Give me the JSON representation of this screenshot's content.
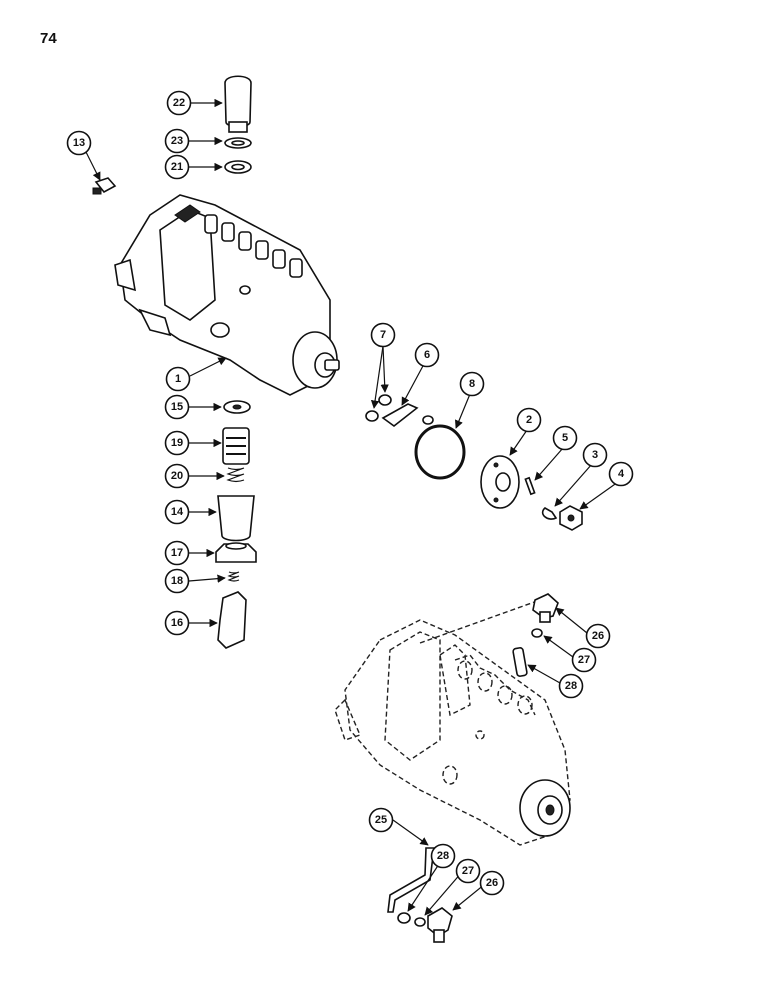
{
  "page_number": "74",
  "callouts": [
    "1",
    "2",
    "3",
    "4",
    "5",
    "6",
    "7",
    "8",
    "13",
    "14",
    "15",
    "16",
    "17",
    "18",
    "19",
    "20",
    "21",
    "22",
    "23",
    "25",
    "26",
    "27",
    "28"
  ]
}
